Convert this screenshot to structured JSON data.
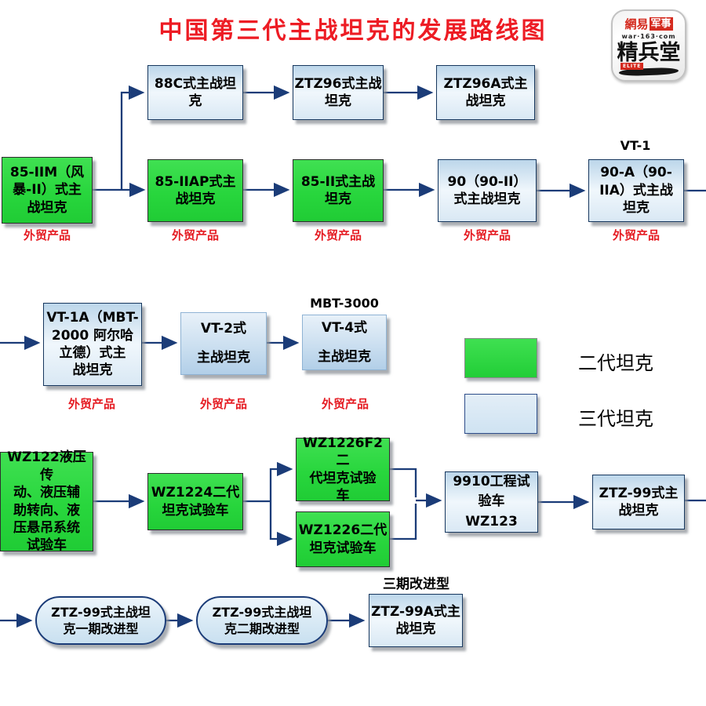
{
  "title": "中国第三代主战坦克的发展路线图",
  "logo": {
    "netease": "網易",
    "military": "军事",
    "site": "war·163·com",
    "studio": "精兵堂",
    "elite": "ELITE"
  },
  "annotations": {
    "export": "外贸产品",
    "vt1": "VT-1",
    "mbt3000": "MBT-3000",
    "phase3": "三期改进型"
  },
  "legend": [
    {
      "swatch": "green",
      "label": "二代坦克"
    },
    {
      "swatch": "blue",
      "label": "三代坦克"
    }
  ],
  "colors": {
    "gen2_green": "#28d63d",
    "gen3_blue": "#cfe3f2",
    "border_navy": "#17375e",
    "arrow_navy": "#1b3c78",
    "export_red": "#e51c23",
    "title_red": "#ed1c24"
  },
  "nodes": {
    "n88c": "88C式主战坦\n克",
    "ztz96": "ZTZ96式主战\n坦克",
    "ztz96a": "ZTZ96A式主\n战坦克",
    "m85iim": "85-IIM（风\n暴-II）式主\n战坦克",
    "m85iiap": "85-IIAP式主\n战坦克",
    "m85ii": "85-II式主战\n坦克",
    "t90": "90（90-II）\n式主战坦克",
    "t90a": "90-A（90-\nIIA）式主战\n坦克",
    "vt1a": "VT-1A（MBT-\n2000 阿尔哈\n立德）式主\n战坦克",
    "vt2": "VT-2式\n主战坦克",
    "vt4": "VT-4式\n主战坦克",
    "wz122": "WZ122液压传\n动、液压辅\n助转向、液\n压悬吊系统\n试验车",
    "wz1224": "WZ1224二代\n坦克试验车",
    "wz1226f2": "WZ1226F2二\n代坦克试验\n车",
    "wz1226": "WZ1226二代\n坦克试验车",
    "t9910": "9910工程试\n验车\nWZ123",
    "ztz99": "ZTZ-99式主\n战坦克",
    "ztz99p1": "ZTZ-99式主战坦\n克一期改进型",
    "ztz99p2": "ZTZ-99式主战坦\n克二期改进型",
    "ztz99a": "ZTZ-99A式主\n战坦克"
  }
}
